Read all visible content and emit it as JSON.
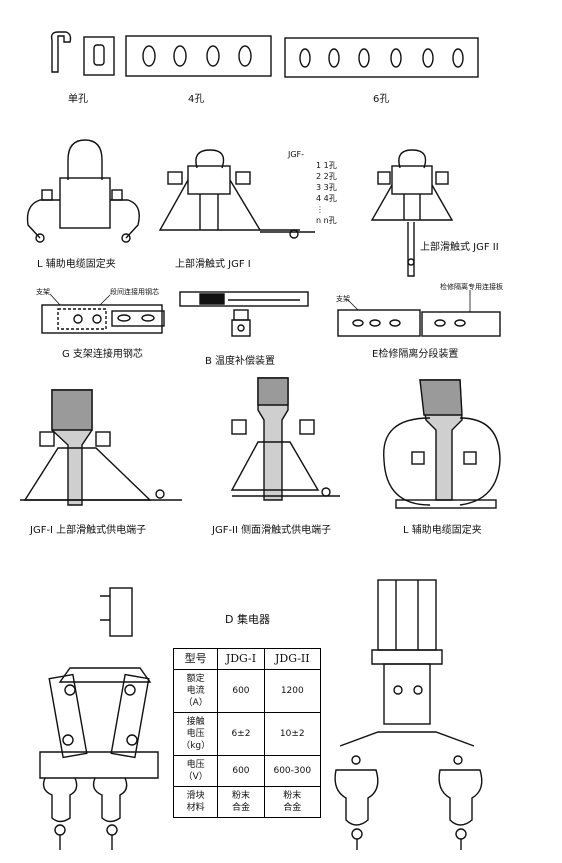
{
  "connectors": {
    "single": "单孔",
    "four": "4孔",
    "six": "6孔"
  },
  "row2": {
    "l_clamp": "L 辅助电缆固定夹",
    "jgf1": "上部滑触式 JGF I",
    "jgf2": "上部滑触式 JGF II",
    "jgf_code": {
      "prefix": "JGF-",
      "items": [
        "1  1孔",
        "2  2孔",
        "3  3孔",
        "4  4孔",
        "⋮",
        "n  n孔"
      ]
    }
  },
  "row3": {
    "g_title": "G 支架连接用钢芯",
    "g_bracket": "支架",
    "g_core": "段间连接用钢芯",
    "b_title": "B 温度补偿装置",
    "e_title": "E检修隔离分段装置",
    "e_bracket": "支架",
    "e_board": "检修隔离专用连接板"
  },
  "row4": {
    "jgf1_feed": "JGF-I 上部滑触式供电端子",
    "jgf2_feed": "JGF-II 侧面滑触式供电端子",
    "l_clamp": "L 辅助电缆固定夹"
  },
  "collector": {
    "title": "D 集电器",
    "table": {
      "header": [
        "型号",
        "JDG-I",
        "JDG-II"
      ],
      "rows": [
        [
          "额定\n电流\n（A）",
          "600",
          "1200"
        ],
        [
          "接触\n电压\n（kg）",
          "6±2",
          "10±2"
        ],
        [
          "电压\n（V）",
          "600",
          "600-300"
        ],
        [
          "滑块\n材料",
          "粉末\n合金",
          "粉末\n合金"
        ]
      ]
    }
  }
}
